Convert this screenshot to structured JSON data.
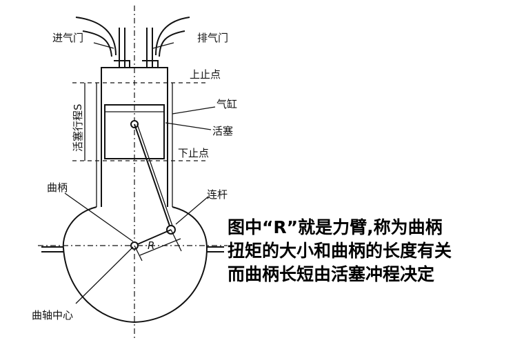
{
  "labels": {
    "intake_valve": "进气门",
    "exhaust_valve": "排气门",
    "tdc": "上止点",
    "bdc": "下止点",
    "cylinder": "气缸",
    "piston": "活塞",
    "piston_stroke": "活塞行程S",
    "crank": "曲柄",
    "connecting_rod": "连杆",
    "crank_center": "曲轴中心",
    "radius": "R"
  },
  "caption": {
    "line1": "图中“R”就是力臂,称为曲柄",
    "line2": "扭矩的大小和曲柄的长度有关",
    "line3": "而曲柄长短由活塞冲程决定"
  }
}
